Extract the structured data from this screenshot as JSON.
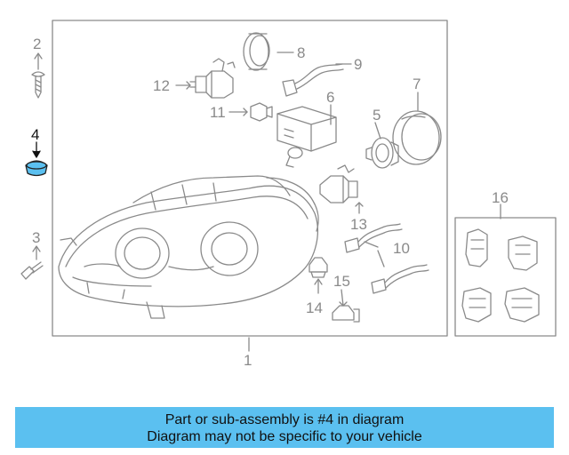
{
  "callouts": {
    "c1": "1",
    "c2": "2",
    "c3": "3",
    "c4": "4",
    "c5": "5",
    "c6": "6",
    "c7": "7",
    "c8": "8",
    "c9": "9",
    "c10": "10",
    "c11": "11",
    "c12": "12",
    "c13": "13",
    "c14": "14",
    "c15": "15",
    "c16": "16"
  },
  "highlight_part": "4",
  "colors": {
    "line": "#8a8a8a",
    "highlight_fill": "#5bc0f0",
    "banner_bg": "#5bc0f0",
    "text_dark": "#111111"
  },
  "banner": {
    "line1": "Part or sub-assembly is #4 in diagram",
    "line2": "Diagram may not be specific to your vehicle"
  }
}
